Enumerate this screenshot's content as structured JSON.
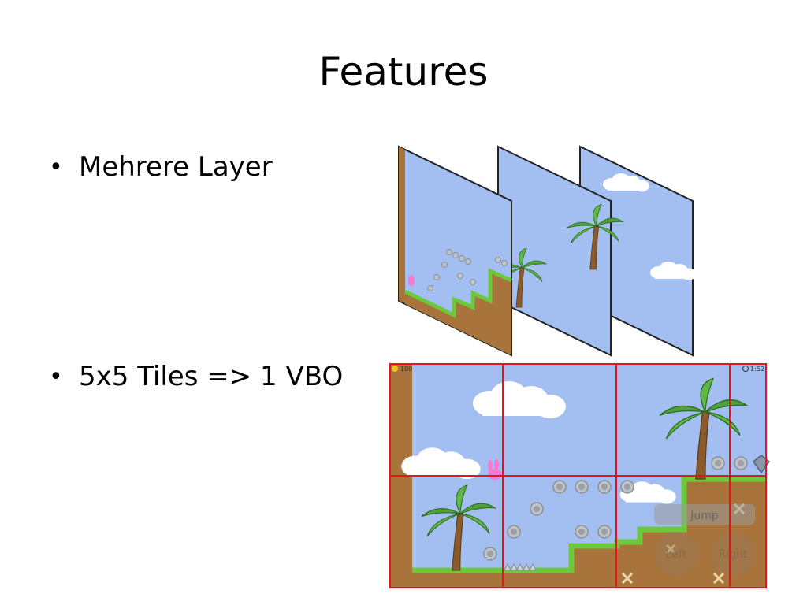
{
  "slide": {
    "title": "Features",
    "bullets": [
      {
        "text": "Mehrere Layer"
      },
      {
        "text": "5x5 Tiles => 1 VBO"
      }
    ]
  },
  "game_hud": {
    "coin_count": "100",
    "timer": "1:52",
    "jump_label": "Jump",
    "left_label": "Left",
    "right_label": "Right"
  },
  "colors": {
    "sky": "#a3bff2",
    "dirt": "#a8743c",
    "grass": "#6cc93c",
    "grid_line": "#e8141c",
    "layer_border": "#222222"
  },
  "icons": [
    "bullet-dot-icon",
    "coin-icon",
    "clock-icon",
    "palm-tree-icon",
    "cloud-icon",
    "bunny-icon",
    "diamond-icon",
    "bone-icon"
  ]
}
